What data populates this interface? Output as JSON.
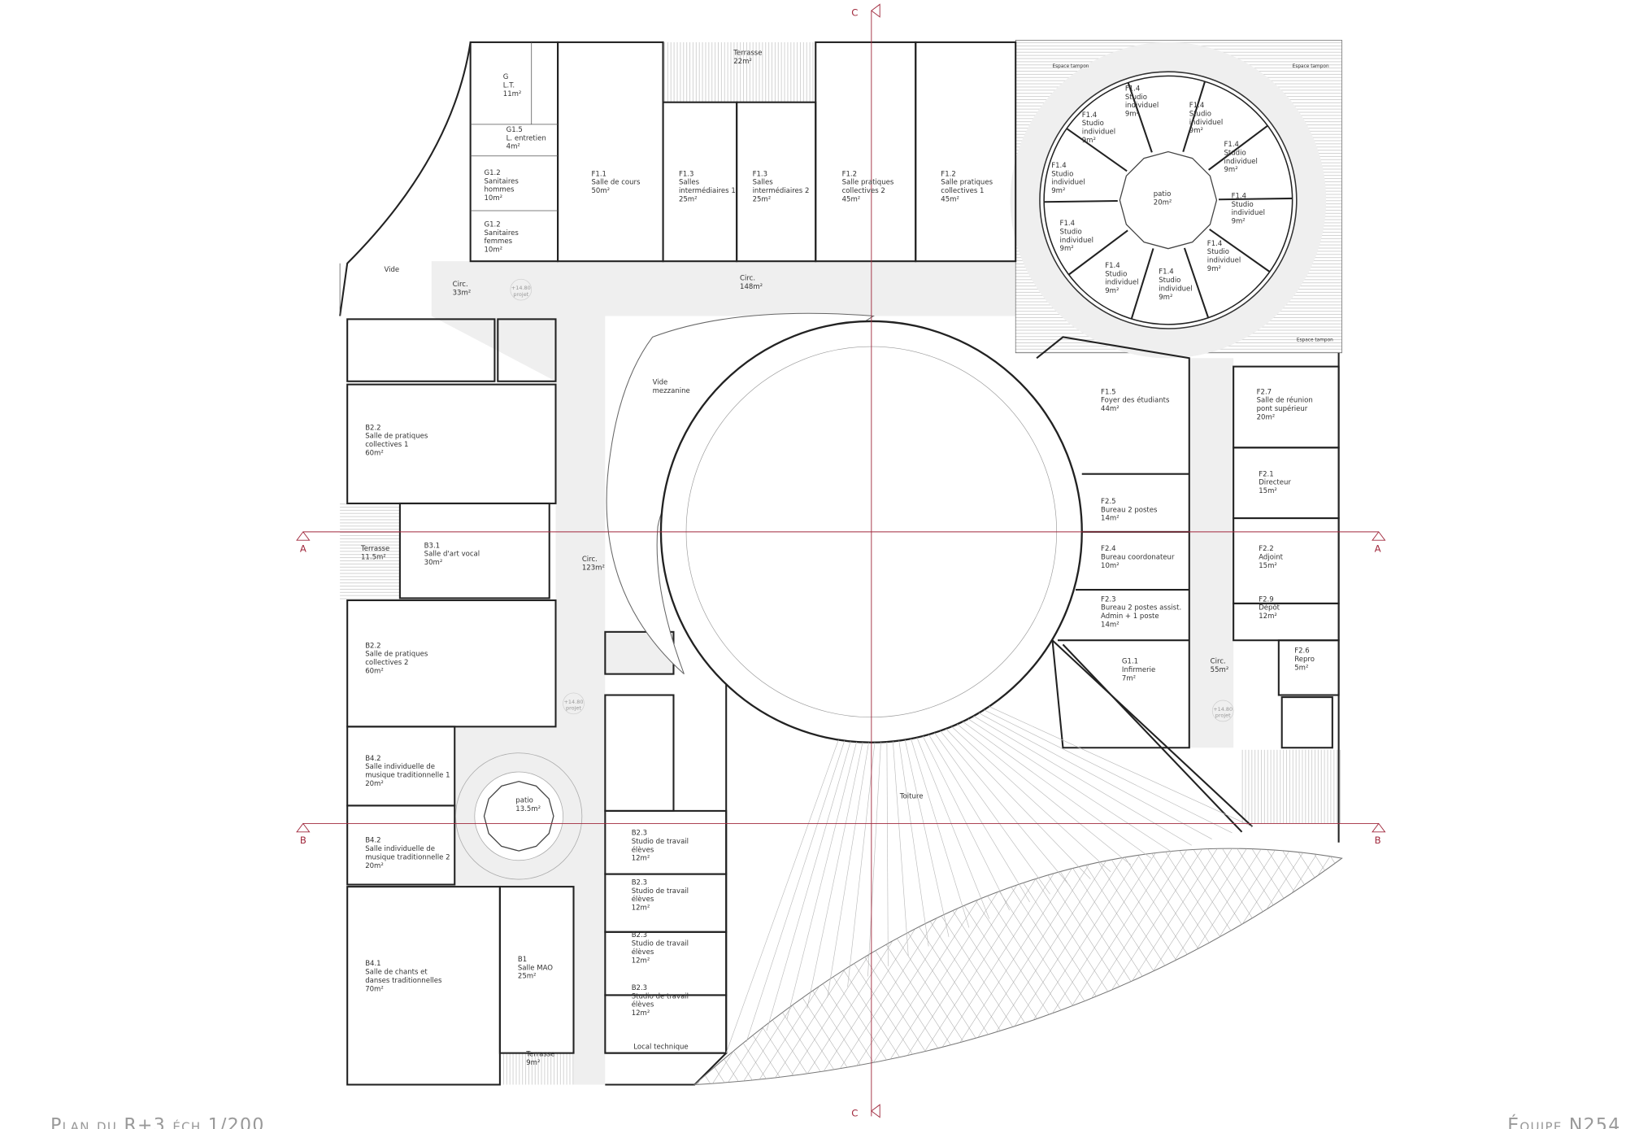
{
  "rooms": [
    {
      "code": "G",
      "name": [
        "L.T."
      ],
      "area": "11m²"
    },
    {
      "code": "G1.5",
      "name": [
        "L. entretien"
      ],
      "area": "4m²"
    },
    {
      "code": "G1.2",
      "name": [
        "Sanitaires",
        "hommes"
      ],
      "area": "10m²"
    },
    {
      "code": "G1.2",
      "name": [
        "Sanitaires",
        "femmes"
      ],
      "area": "10m²"
    },
    {
      "code": "F1.1",
      "name": [
        "Salle de cours"
      ],
      "area": "50m²"
    },
    {
      "code": "",
      "name": [
        "Terrasse"
      ],
      "area": "22m²"
    },
    {
      "code": "F1.3",
      "name": [
        "Salles",
        "intermédiaires 1"
      ],
      "area": "25m²"
    },
    {
      "code": "F1.3",
      "name": [
        "Salles",
        "intermédiaires 2"
      ],
      "area": "25m²"
    },
    {
      "code": "F1.2",
      "name": [
        "Salle pratiques",
        "collectives 2"
      ],
      "area": "45m²"
    },
    {
      "code": "F1.2",
      "name": [
        "Salle pratiques",
        "collectives 1"
      ],
      "area": "45m²"
    },
    {
      "code": "",
      "name": [
        "Vide"
      ],
      "area": ""
    },
    {
      "code": "",
      "name": [
        "Circ."
      ],
      "area": "33m²"
    },
    {
      "code": "",
      "name": [
        "Circ."
      ],
      "area": "148m²"
    },
    {
      "code": "F1.4",
      "name": [
        "Studio",
        "individuel"
      ],
      "area": "9m²"
    },
    {
      "code": "F1.4",
      "name": [
        "Studio",
        "individuel"
      ],
      "area": "9m²"
    },
    {
      "code": "F1.4",
      "name": [
        "Studio",
        "individuel"
      ],
      "area": "9m²"
    },
    {
      "code": "F1.4",
      "name": [
        "Studio",
        "individuel"
      ],
      "area": "9m²"
    },
    {
      "code": "F1.4",
      "name": [
        "Studio",
        "individuel"
      ],
      "area": "9m²"
    },
    {
      "code": "F1.4",
      "name": [
        "Studio",
        "individuel"
      ],
      "area": "9m²"
    },
    {
      "code": "F1.4",
      "name": [
        "Studio",
        "individuel"
      ],
      "area": "9m²"
    },
    {
      "code": "F1.4",
      "name": [
        "Studio",
        "individuel"
      ],
      "area": "9m²"
    },
    {
      "code": "F1.4",
      "name": [
        "Studio",
        "individuel"
      ],
      "area": "9m²"
    },
    {
      "code": "F1.4",
      "name": [
        "Studio",
        "individuel"
      ],
      "area": "9m²"
    },
    {
      "code": "",
      "name": [
        "patio"
      ],
      "area": "20m²"
    },
    {
      "code": "",
      "name": [
        "Espace tampon"
      ],
      "area": ""
    },
    {
      "code": "",
      "name": [
        "Espace tampon"
      ],
      "area": ""
    },
    {
      "code": "",
      "name": [
        "Espace tampon"
      ],
      "area": ""
    },
    {
      "code": "",
      "name": [
        "Vide",
        "mezzanine"
      ],
      "area": ""
    },
    {
      "code": "F1.5",
      "name": [
        "Foyer des étudiants"
      ],
      "area": "44m²"
    },
    {
      "code": "F2.7",
      "name": [
        "Salle de réunion",
        "pont supérieur"
      ],
      "area": "20m²"
    },
    {
      "code": "F2.1",
      "name": [
        "Directeur"
      ],
      "area": "15m²"
    },
    {
      "code": "F2.5",
      "name": [
        "Bureau 2 postes"
      ],
      "area": "14m²"
    },
    {
      "code": "F2.2",
      "name": [
        "Adjoint"
      ],
      "area": "15m²"
    },
    {
      "code": "F2.4",
      "name": [
        "Bureau coordonateur"
      ],
      "area": "10m²"
    },
    {
      "code": "F2.9",
      "name": [
        "Dépôt"
      ],
      "area": "12m²"
    },
    {
      "code": "F2.3",
      "name": [
        "Bureau 2 postes assist.",
        "Admin + 1 poste"
      ],
      "area": "14m²"
    },
    {
      "code": "F2.6",
      "name": [
        "Repro"
      ],
      "area": "5m²"
    },
    {
      "code": "G1.1",
      "name": [
        "Infirmerie"
      ],
      "area": "7m²"
    },
    {
      "code": "",
      "name": [
        "Circ."
      ],
      "area": "55m²"
    },
    {
      "code": "B2.2",
      "name": [
        "Salle de pratiques",
        "collectives 1"
      ],
      "area": "60m²"
    },
    {
      "code": "",
      "name": [
        "Terrasse"
      ],
      "area": "11.5m²"
    },
    {
      "code": "B3.1",
      "name": [
        "Salle d'art vocal"
      ],
      "area": "30m²"
    },
    {
      "code": "",
      "name": [
        "Circ."
      ],
      "area": "123m²"
    },
    {
      "code": "B2.2",
      "name": [
        "Salle de pratiques",
        "collectives 2"
      ],
      "area": "60m²"
    },
    {
      "code": "B4.2",
      "name": [
        "Salle individuelle de",
        "musique traditionnelle 1"
      ],
      "area": "20m²"
    },
    {
      "code": "",
      "name": [
        "patio"
      ],
      "area": "13.5m²"
    },
    {
      "code": "B4.2",
      "name": [
        "Salle individuelle de",
        "musique traditionnelle 2"
      ],
      "area": "20m²"
    },
    {
      "code": "B4.1",
      "name": [
        "Salle de chants et",
        "danses traditionnelles"
      ],
      "area": "70m²"
    },
    {
      "code": "B1",
      "name": [
        "Salle MAO"
      ],
      "area": "25m²"
    },
    {
      "code": "",
      "name": [
        "Terrasse"
      ],
      "area": "9m²"
    },
    {
      "code": "B2.3",
      "name": [
        "Studio de travail",
        "élèves"
      ],
      "area": "12m²"
    },
    {
      "code": "B2.3",
      "name": [
        "Studio de travail",
        "élèves"
      ],
      "area": "12m²"
    },
    {
      "code": "B2.3",
      "name": [
        "Studio de travail",
        "élèves"
      ],
      "area": "12m²"
    },
    {
      "code": "B2.3",
      "name": [
        "Studio de travail",
        "élèves"
      ],
      "area": "12m²"
    },
    {
      "code": "",
      "name": [
        "Local technique"
      ],
      "area": ""
    },
    {
      "code": "",
      "name": [
        "Toiture"
      ],
      "area": ""
    }
  ],
  "levels": [
    {
      "value": "+14.80",
      "note": "projet"
    },
    {
      "value": "+14.80",
      "note": "projet"
    },
    {
      "value": "+14.80",
      "note": "projet"
    }
  ],
  "sections": {
    "a": "A",
    "b": "B",
    "c": "C"
  },
  "footer": {
    "title": "Plan du R+3 éch 1/200",
    "team": "Équipe N254"
  },
  "colors": {
    "section_line": "#a0283c",
    "circulation": "#efefef",
    "wall": "#222222"
  }
}
